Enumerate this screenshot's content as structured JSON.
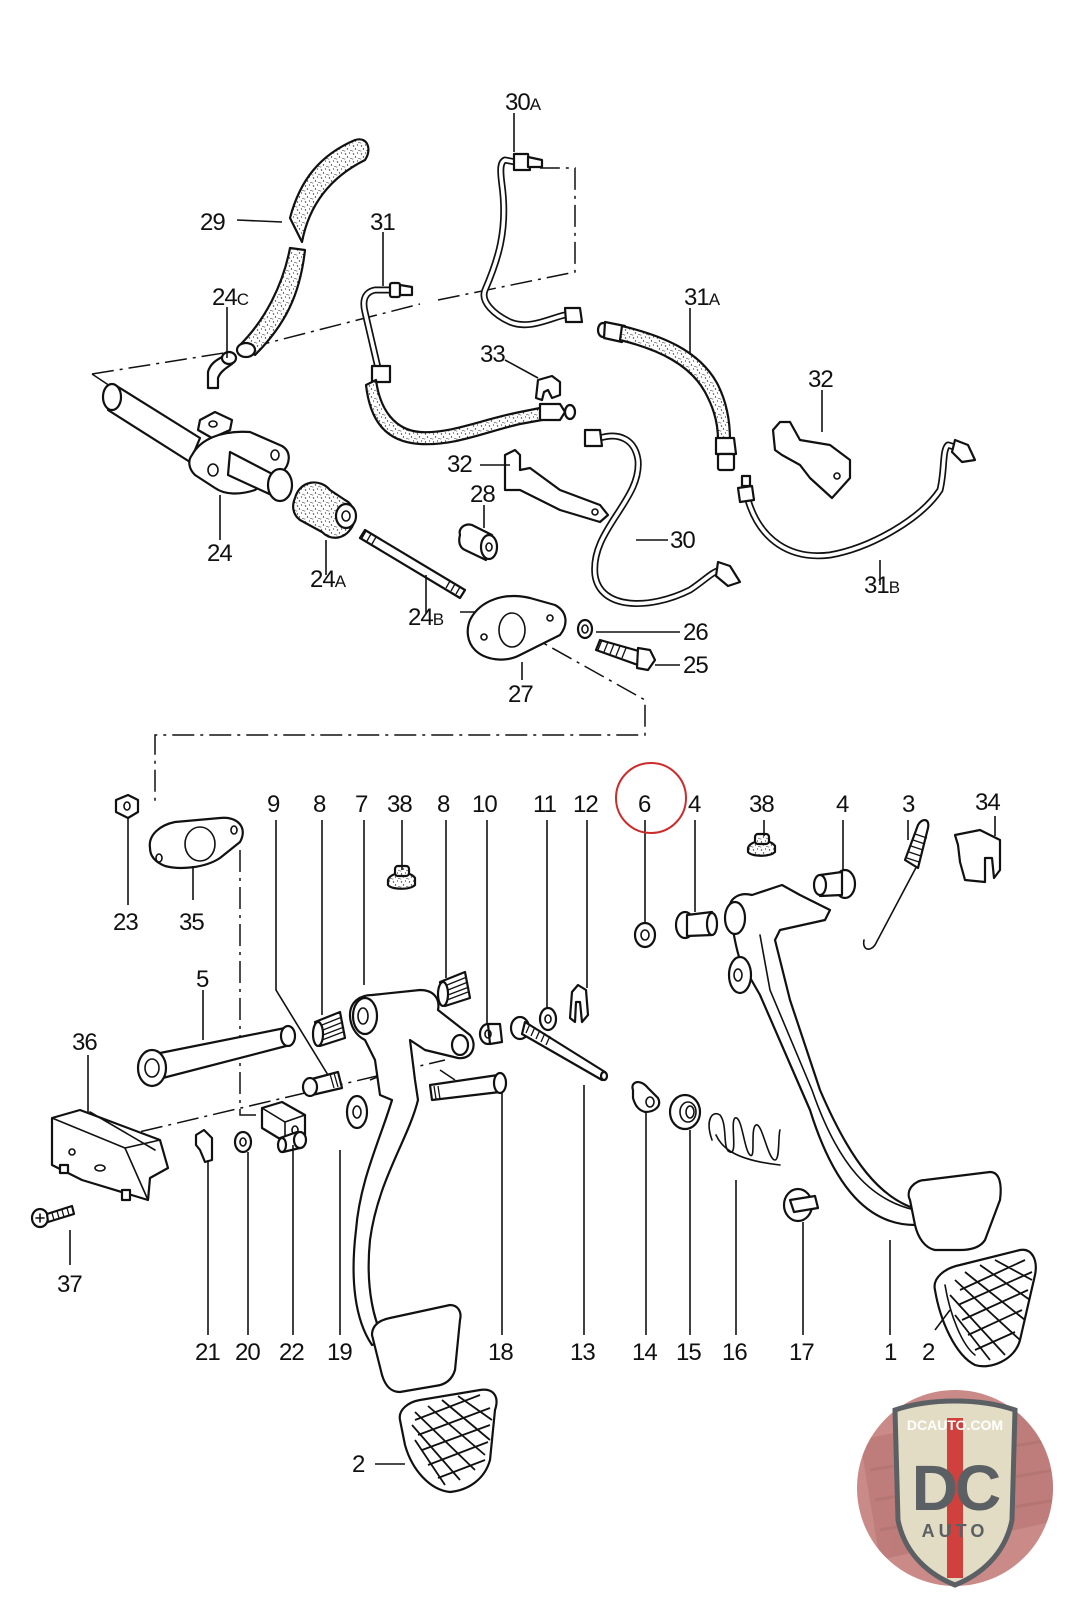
{
  "diagram": {
    "type": "exploded parts diagram",
    "subject": "Pedal assembly with clutch master cylinder and hydraulic lines",
    "highlighted_part": "6",
    "highlight_color": "#cc2b2b",
    "line_color": "#111111",
    "background": "#ffffff",
    "callouts": {
      "c30A": {
        "num": "30",
        "suffix": "A"
      },
      "c29": {
        "num": "29",
        "suffix": ""
      },
      "c31": {
        "num": "31",
        "suffix": ""
      },
      "c24C": {
        "num": "24",
        "suffix": "C"
      },
      "c31A": {
        "num": "31",
        "suffix": "A"
      },
      "c33": {
        "num": "33",
        "suffix": ""
      },
      "c32a": {
        "num": "32",
        "suffix": ""
      },
      "c32b": {
        "num": "32",
        "suffix": ""
      },
      "c28": {
        "num": "28",
        "suffix": ""
      },
      "c30": {
        "num": "30",
        "suffix": ""
      },
      "c24": {
        "num": "24",
        "suffix": ""
      },
      "c24A": {
        "num": "24",
        "suffix": "A"
      },
      "c24B": {
        "num": "24",
        "suffix": "B"
      },
      "c31B": {
        "num": "31",
        "suffix": "B"
      },
      "c26": {
        "num": "26",
        "suffix": ""
      },
      "c25": {
        "num": "25",
        "suffix": ""
      },
      "c27": {
        "num": "27",
        "suffix": ""
      },
      "c23": {
        "num": "23",
        "suffix": ""
      },
      "c35": {
        "num": "35",
        "suffix": ""
      },
      "c9": {
        "num": "9",
        "suffix": ""
      },
      "c8a": {
        "num": "8",
        "suffix": ""
      },
      "c7": {
        "num": "7",
        "suffix": ""
      },
      "c38a": {
        "num": "38",
        "suffix": ""
      },
      "c8b": {
        "num": "8",
        "suffix": ""
      },
      "c10": {
        "num": "10",
        "suffix": ""
      },
      "c11": {
        "num": "11",
        "suffix": ""
      },
      "c12": {
        "num": "12",
        "suffix": ""
      },
      "c6": {
        "num": "6",
        "suffix": ""
      },
      "c4a": {
        "num": "4",
        "suffix": ""
      },
      "c38b": {
        "num": "38",
        "suffix": ""
      },
      "c4b": {
        "num": "4",
        "suffix": ""
      },
      "c3": {
        "num": "3",
        "suffix": ""
      },
      "c34": {
        "num": "34",
        "suffix": ""
      },
      "c5": {
        "num": "5",
        "suffix": ""
      },
      "c36": {
        "num": "36",
        "suffix": ""
      },
      "c37": {
        "num": "37",
        "suffix": ""
      },
      "c21": {
        "num": "21",
        "suffix": ""
      },
      "c20": {
        "num": "20",
        "suffix": ""
      },
      "c22": {
        "num": "22",
        "suffix": ""
      },
      "c19": {
        "num": "19",
        "suffix": ""
      },
      "c18": {
        "num": "18",
        "suffix": ""
      },
      "c13": {
        "num": "13",
        "suffix": ""
      },
      "c14": {
        "num": "14",
        "suffix": ""
      },
      "c15": {
        "num": "15",
        "suffix": ""
      },
      "c16": {
        "num": "16",
        "suffix": ""
      },
      "c17": {
        "num": "17",
        "suffix": ""
      },
      "c1": {
        "num": "1",
        "suffix": ""
      },
      "c2a": {
        "num": "2",
        "suffix": ""
      },
      "c2b": {
        "num": "2",
        "suffix": ""
      }
    }
  },
  "logo": {
    "site": "DCAUTO.COM",
    "letters": "DC",
    "subtitle": "AUTO",
    "colors": {
      "badge_bg": "#c98a88",
      "shield": "#e3dcc4",
      "letters": "#5b6064",
      "stripe": "#d0403c"
    }
  }
}
